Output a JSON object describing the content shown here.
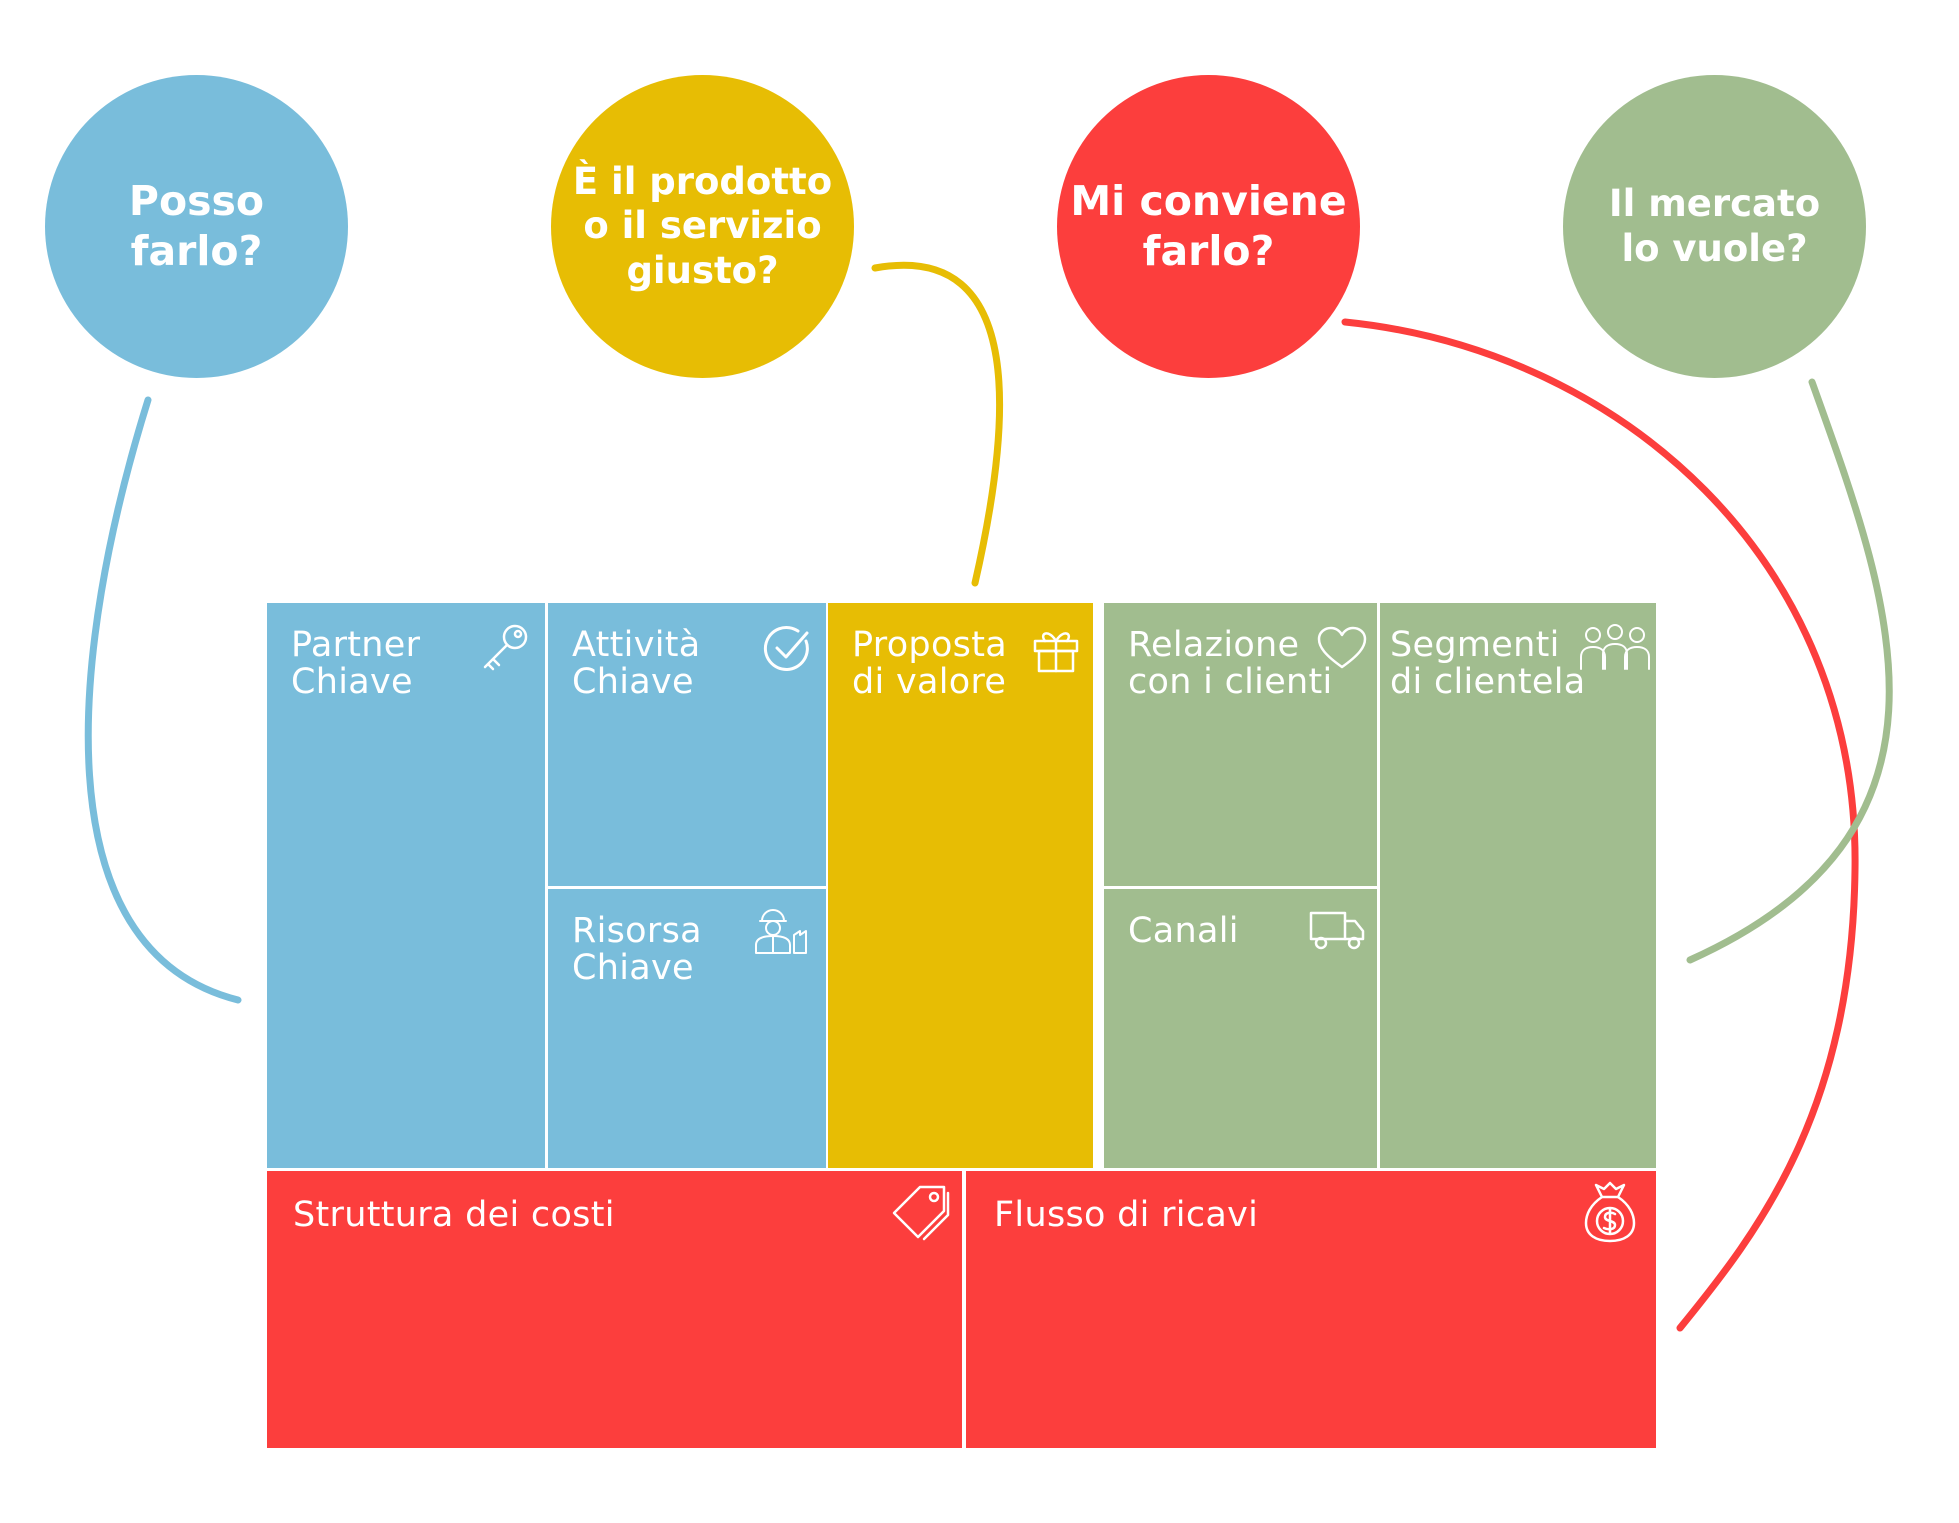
{
  "colors": {
    "blue": "#79bddb",
    "yellow": "#e7bd04",
    "red": "#fc3e3d",
    "green": "#a1bd8f",
    "divider": "#ffffff"
  },
  "questions": [
    {
      "id": "feasibility",
      "text": "Posso\nfarlo?",
      "color": "blue"
    },
    {
      "id": "desirability",
      "text": "È il prodotto\no il servizio\ngiusto?",
      "color": "yellow"
    },
    {
      "id": "viability",
      "text": "Mi conviene\nfarlo?",
      "color": "red"
    },
    {
      "id": "market",
      "text": "Il mercato\nlo vuole?",
      "color": "green"
    }
  ],
  "canvas": {
    "key_partners": {
      "label": "Partner\nChiave",
      "icon": "key-icon"
    },
    "key_activities": {
      "label": "Attività\nChiave",
      "icon": "check-circle-icon"
    },
    "key_resources": {
      "label": "Risorsa\nChiave",
      "icon": "worker-icon"
    },
    "value_proposition": {
      "label": "Proposta\ndi valore",
      "icon": "gift-icon"
    },
    "customer_relationships": {
      "label": "Relazione\ncon i clienti",
      "icon": "heart-icon"
    },
    "channels": {
      "label": "Canali",
      "icon": "truck-icon"
    },
    "customer_segments": {
      "label": "Segmenti\ndi clientela",
      "icon": "people-icon"
    },
    "cost_structure": {
      "label": "Struttura dei costi",
      "icon": "price-tag-icon"
    },
    "revenue_streams": {
      "label": "Flusso di ricavi",
      "icon": "money-bag-icon"
    }
  }
}
